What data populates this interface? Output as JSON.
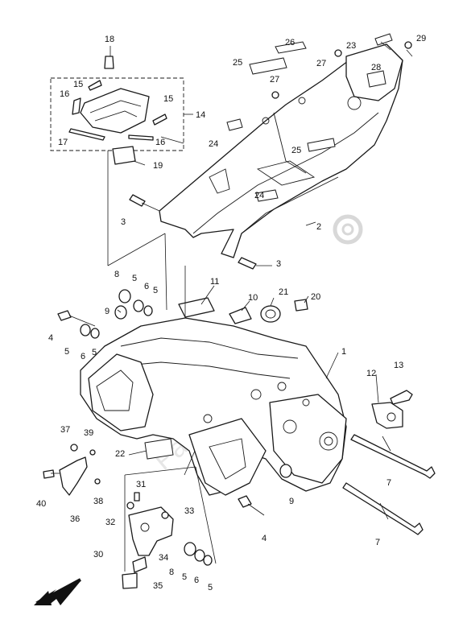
{
  "diagram": {
    "callouts": {
      "c1": "1",
      "c2": "2",
      "c3a": "3",
      "c3b": "3",
      "c4a": "4",
      "c4b": "4",
      "c5a": "5",
      "c5b": "5",
      "c5c": "5",
      "c5d": "5",
      "c5e": "5",
      "c6a": "6",
      "c6b": "6",
      "c6c": "6",
      "c7a": "7",
      "c7b": "7",
      "c8a": "8",
      "c8b": "8",
      "c9a": "9",
      "c9b": "9",
      "c10": "10",
      "c11": "11",
      "c12": "12",
      "c13": "13",
      "c14": "14",
      "c15a": "15",
      "c15b": "15",
      "c16a": "16",
      "c16b": "16",
      "c17": "17",
      "c18": "18",
      "c19": "19",
      "c20": "20",
      "c21": "21",
      "c22": "22",
      "c23": "23",
      "c24a": "24",
      "c24b": "24",
      "c25a": "25",
      "c25b": "25",
      "c26": "26",
      "c27a": "27",
      "c27b": "27",
      "c28": "28",
      "c29": "29",
      "c30": "30",
      "c31": "31",
      "c32": "32",
      "c33": "33",
      "c34": "34",
      "c35": "35",
      "c36": "36",
      "c37": "37",
      "c38": "38",
      "c39": "39",
      "c40": "40"
    },
    "watermark": "PartsRepublik",
    "icons": {
      "gear": "gear-icon",
      "arrow": "front-direction-arrow-icon"
    }
  }
}
